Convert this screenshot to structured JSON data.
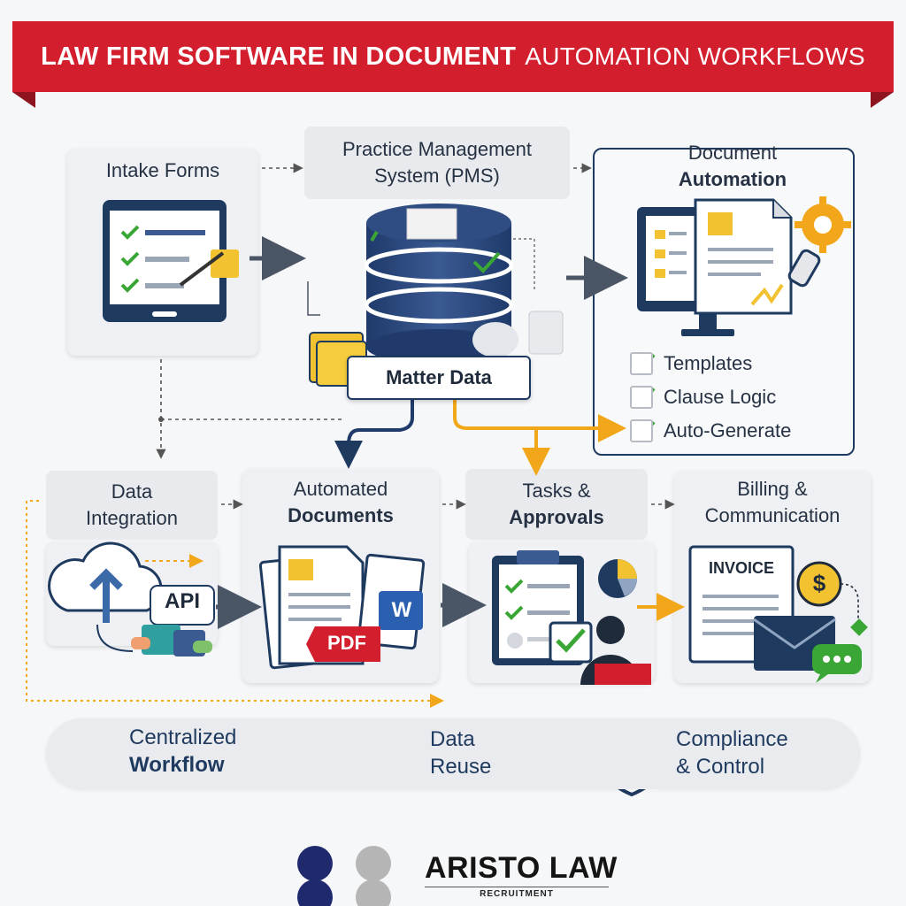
{
  "title": {
    "bold": "LAW FIRM SOFTWARE IN DOCUMENT",
    "light": "AUTOMATION WORKFLOWS"
  },
  "nodes": {
    "intake": {
      "label": "Intake Forms"
    },
    "pms": {
      "line1": "Practice Management",
      "line2": "System (PMS)"
    },
    "matter": {
      "label": "Matter Data"
    },
    "docauto": {
      "line1": "Document",
      "line2": "Automation",
      "checks": [
        "Templates",
        "Clause Logic",
        "Auto-Generate"
      ]
    },
    "integration": {
      "line1": "Data",
      "line2": "Integration",
      "api_label": "API"
    },
    "automated": {
      "line1": "Automated",
      "line2": "Documents",
      "pdf_label": "PDF",
      "word_label": "W"
    },
    "tasks": {
      "line1": "Tasks &",
      "line2": "Approvals"
    },
    "billing": {
      "line1": "Billing &",
      "line2": "Communication",
      "invoice_label": "INVOICE",
      "currency": "$"
    }
  },
  "benefits": [
    {
      "line1": "Centralized",
      "line2": "Workflow"
    },
    {
      "line1": "Data",
      "line2": "Reuse"
    },
    {
      "line1": "Compliance",
      "line2": "& Control"
    }
  ],
  "logo": {
    "name": "ARISTO LAW",
    "sub": "RECRUITMENT"
  },
  "icons": [
    "tablet-form-icon",
    "database-icon",
    "folder-icon",
    "monitor-document-icon",
    "gear-icon",
    "cloud-upload-icon",
    "puzzle-icon",
    "document-stack-icon",
    "clipboard-check-icon",
    "pie-chart-icon",
    "person-icon",
    "invoice-icon",
    "dollar-coin-icon",
    "envelope-icon",
    "chat-bubble-icon",
    "shield-check-icon"
  ],
  "colors": {
    "banner": "#d31f2d",
    "navy": "#1f3a5f",
    "accent_orange": "#f2a71b",
    "check_green": "#3aa635",
    "card": "#eef0f3"
  }
}
